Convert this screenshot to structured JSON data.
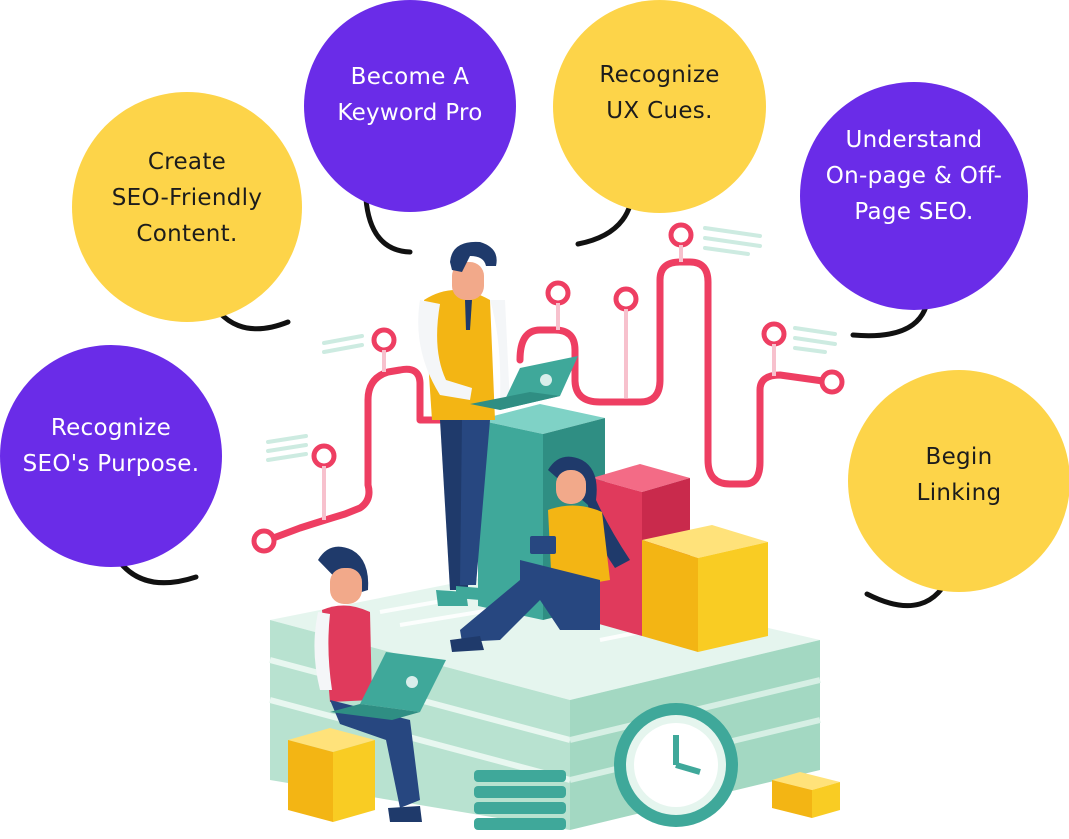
{
  "bubbles": {
    "create": {
      "line1": "Create",
      "line2": "SEO-Friendly",
      "line3": "Content."
    },
    "keyword": {
      "line1": "Become A",
      "line2": "Keyword Pro"
    },
    "ux": {
      "line1": "Recognize",
      "line2": "UX Cues."
    },
    "understand": {
      "line1": "Understand",
      "line2": "On-page & Off-",
      "line3": "Page SEO."
    },
    "purpose": {
      "line1": "Recognize",
      "line2": "SEO's Purpose."
    },
    "linking": {
      "line1": "Begin",
      "line2": "Linking"
    }
  },
  "colors": {
    "purple": "#6a2ce8",
    "yellow": "#fdd449",
    "pink_path": "#ef3f62",
    "mint": "#cfeadc",
    "teal": "#3fa89a"
  }
}
